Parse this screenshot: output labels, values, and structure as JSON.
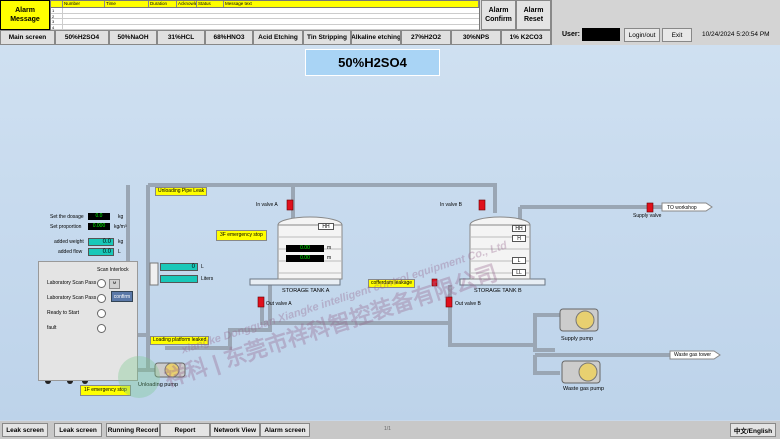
{
  "header": {
    "alarm_message": "Alarm Message",
    "alarm_columns": [
      "Number",
      "Time",
      "Duration",
      "Acknowle",
      "Status",
      "Message text"
    ],
    "alarm_rows": [
      "1",
      "2",
      "3",
      "4"
    ],
    "alarm_confirm": "Alarm Confirm",
    "alarm_reset": "Alarm Reset",
    "user_label": "User:",
    "login_button": "Login/out",
    "exit_button": "Exit",
    "datetime": "10/24/2024 5:20:54 PM"
  },
  "nav": [
    "Main screen",
    "50%H2SO4",
    "50%NaOH",
    "31%HCL",
    "68%HNO3",
    "Acid Etching",
    "Tin Stripping",
    "Alkaline etching",
    "27%H2O2",
    "30%NPS",
    "1% K2CO3"
  ],
  "page_title": "50%H2SO4",
  "process": {
    "unloading_pipe_leak": "Unloading Pipe Leak",
    "set_dosage_label": "Set the dosage",
    "set_dosage_value": "0.0",
    "set_dosage_unit": "kg",
    "set_proportion_label": "Set proportion",
    "set_proportion_value": "0.000",
    "set_proportion_unit": "kg/m³",
    "added_weight_label": "added weight",
    "added_weight_value": "0.0",
    "added_weight_unit": "kg",
    "added_flow_label": "added flow",
    "added_flow_value": "0.0",
    "added_flow_unit": "L",
    "emergency_stop_1": "3F emergency stop",
    "emergency_stop_2": "1F emergency stop",
    "level_value": "0",
    "level_unit": "L",
    "liters_unit": "Liters",
    "tank_a": {
      "name": "STORAGE TANK A",
      "in_valve": "In valve A",
      "out_valve": "Out valve A",
      "hh": "HH",
      "level1": "0.00",
      "level1_unit": "m",
      "level2": "0.00",
      "level2_unit": "m"
    },
    "tank_b": {
      "name": "STORAGE TANK B",
      "in_valve": "In valve B",
      "out_valve": "Out valve B",
      "hh": "HH",
      "h": "H",
      "l": "L",
      "ll": "LL"
    },
    "cofferdam_leakage": "cofferdam leakage",
    "loading_platform_leaked": "Loading platform leaked",
    "unloading_pump": "Unloading pump",
    "supply_valve": "Supply valve",
    "to_workshop": "TO workshop",
    "supply_pump": "Supply pump",
    "waste_gas_tower": "Waste gas tower",
    "waste_gas_pump": "Waste gas pump",
    "pump_tag": "M"
  },
  "scan_interlock": {
    "title": "Scan Interlock",
    "items": [
      "Laboratory Scan Pass",
      "Laboratory Scan Pass",
      "Ready to Start",
      "fault"
    ],
    "confirm": "confirm",
    "small_btn": "M"
  },
  "watermark": {
    "chinese": "祥科 | 东莞市祥科智控装备有限公司",
    "english": "xiangke  Dongguan Xiangke intelligent control equipment Co., Ltd"
  },
  "bottom": {
    "buttons": [
      "Leak screen",
      "Leak screen",
      "Running Record",
      "Report",
      "Network View",
      "Alarm screen"
    ],
    "page_indicator": "1/1",
    "language": "中文/English"
  },
  "colors": {
    "alarm_yellow": "#ffff00",
    "title_blue": "#a9d4f5",
    "valve_red": "#e0101c",
    "display_green": "#00ff00",
    "teal": "#19c8b9"
  }
}
